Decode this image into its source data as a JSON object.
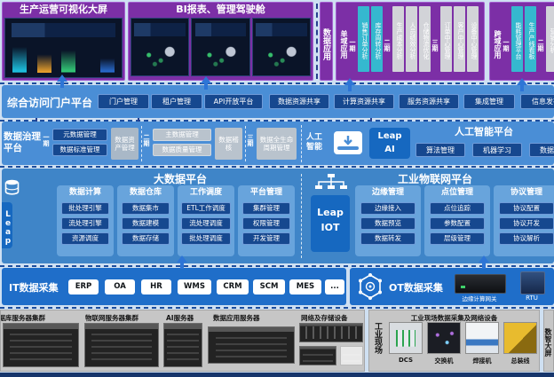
{
  "colors": {
    "purple_panel": "#7c2fa6",
    "cyan_bar": "#35b8cf",
    "gray_bar": "#d2d3d8",
    "row_blue": "#4a8ed6",
    "deep_blue_row": "#3f85c8",
    "bright_blue_row": "#1f6ec9",
    "navy_button": "#16488f",
    "badge_blue": "#1668c0",
    "gray_panel": "#c6c6c6",
    "footer_navy": "#16356b"
  },
  "top": {
    "viz_panel": {
      "title": "生产运营可视化大屏"
    },
    "bi_panel": {
      "title": "BI报表、管理驾驶舱"
    },
    "data_app_label": "数据应用",
    "single_domain": {
      "label": "单域应用",
      "phase1": {
        "label": "一期",
        "items": [
          "销售订单分析",
          "库存周转分析"
        ]
      },
      "phase2": {
        "label": "二期",
        "items": [
          "生产成本分析",
          "人员绩效分析",
          "仓储物流优化"
        ]
      },
      "phase3": {
        "label": "三期",
        "items": [
          "订单中心管理",
          "客户中心管理",
          "设备中心管理"
        ]
      }
    },
    "cross_domain": {
      "label": "跨域应用",
      "phase1": {
        "label": "一期",
        "items": [
          "能耗管理平台",
          "生产产线看板"
        ]
      },
      "phase2": {
        "label": "二期",
        "items": [
          "营销分析"
        ]
      }
    }
  },
  "portal": {
    "title": "综合访问门户平台",
    "buttons": [
      "门户管理",
      "租户管理",
      "API开放平台",
      "数据资源共享",
      "计算资源共享",
      "服务资源共享",
      "集成管理",
      "信息发布"
    ]
  },
  "governance": {
    "title": "数据治理平台",
    "phase1": {
      "label": "一期",
      "buttons": [
        "元数据管理",
        "数据标准管理"
      ],
      "box": "数据资产管理"
    },
    "phase2": {
      "label": "二期",
      "buttons": [
        "主数据管理",
        "数据质量管理"
      ],
      "box": "数据稽核"
    },
    "phase3": {
      "label": "三期",
      "box": "数据全生命周期管理"
    }
  },
  "ai": {
    "strip_label": "人工智能",
    "badge_line1": "Leap",
    "badge_line2": "AI",
    "platform_title": "人工智能平台",
    "buttons": [
      "算法管理",
      "机器学习",
      "数据建模"
    ]
  },
  "bigdata": {
    "title": "大数据平台",
    "badge": "Leap",
    "columns": [
      {
        "title": "数据计算",
        "items": [
          "批处理引擎",
          "流处理引擎",
          "资源调度"
        ]
      },
      {
        "title": "数据仓库",
        "items": [
          "数据集市",
          "数据建模",
          "数据存储"
        ]
      },
      {
        "title": "工作调度",
        "items": [
          "ETL工作调度",
          "流处理调度",
          "批处理调度"
        ]
      },
      {
        "title": "平台管理",
        "items": [
          "集群管理",
          "权限管理",
          "开发管理"
        ]
      }
    ]
  },
  "iot": {
    "title": "工业物联网平台",
    "badge_line1": "Leap",
    "badge_line2": "IOT",
    "columns": [
      {
        "title": "边缘管理",
        "items": [
          "边缘接入",
          "数据预览",
          "数据转发"
        ]
      },
      {
        "title": "点位管理",
        "items": [
          "点位追踪",
          "参数配置",
          "层级管理"
        ]
      },
      {
        "title": "协议管理",
        "items": [
          "协议配置",
          "协议开发",
          "协议解析"
        ]
      }
    ]
  },
  "it_collection": {
    "title": "IT数据采集",
    "systems": [
      "ERP",
      "OA",
      "HR",
      "WMS",
      "CRM",
      "SCM",
      "MES",
      "..."
    ]
  },
  "ot_collection": {
    "title": "OT数据采集",
    "devices": [
      "边缘计算网关",
      "RTU"
    ]
  },
  "infrastructure": {
    "server_groups": [
      "数据库服务器集群",
      "物联网服务器集群",
      "AI服务器",
      "数据应用服务器",
      "网络及存储设备"
    ],
    "field": {
      "title": "工业现场数据采集及网络设备",
      "side_label": "工业现场",
      "items": [
        "DCS",
        "交换机",
        "焊接机",
        "总装线"
      ]
    },
    "right_label": "数智大屏"
  }
}
